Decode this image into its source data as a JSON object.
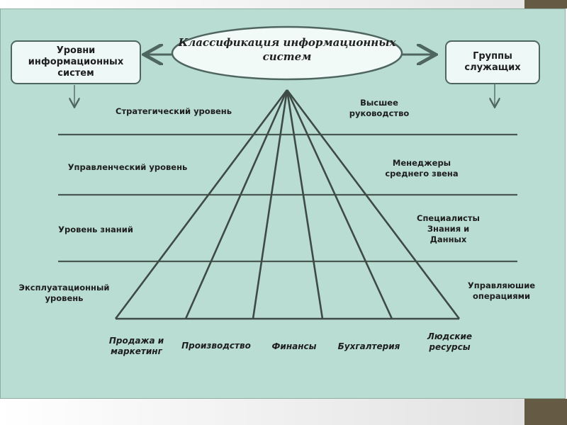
{
  "header": {
    "left_box": "Уровни информационных систем",
    "center": "Классификация информационных систем",
    "right_box": "Группы служащих"
  },
  "levels": [
    "Стратегический уровень",
    "Управленческий уровень",
    "Уровень знаний",
    "Эксплуатационный уровень"
  ],
  "employee_groups": [
    "Высшее руководство",
    "Менеджеры среднего звена",
    "Специалисты Знания и Данных",
    "Управляюшие операциями"
  ],
  "functional_areas": [
    "Продажа и маркетинг",
    "Производство",
    "Финансы",
    "Бухгалтерия",
    "Людские ресурсы"
  ],
  "colors": {
    "slide": "#b9ddd2",
    "line": "#4a5852",
    "box": "#eef8f6"
  }
}
